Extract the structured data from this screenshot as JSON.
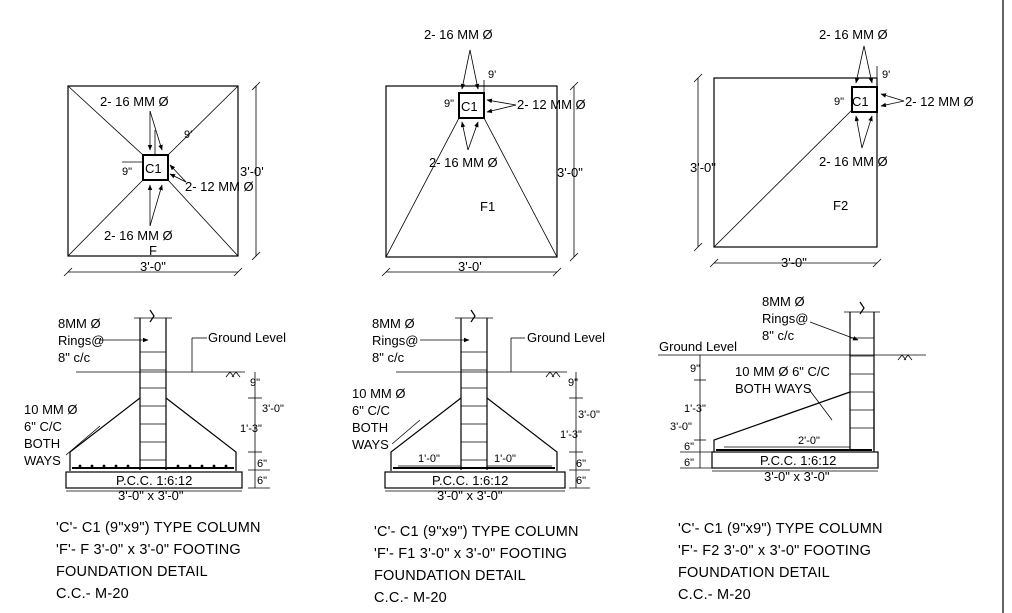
{
  "plans": [
    {
      "name": "F",
      "col": "C1",
      "top_bars": "2- 16 MM Ø",
      "side_bars": "2- 12 MM Ø",
      "bottom_bars": "2- 16 MM Ø",
      "col_dim_w": "9\"",
      "col_dim_h": "9'",
      "side_dim": "3'-0'",
      "base_dim": "3'-0\""
    },
    {
      "name": "F1",
      "col": "C1",
      "top_bars": "2- 16 MM Ø",
      "side_bars": "2- 12 MM Ø",
      "bottom_bars": "2- 16 MM Ø",
      "col_dim_w": "9\"",
      "col_dim_h": "9'",
      "side_dim": "3'-0\"",
      "base_dim": "3'-0'"
    },
    {
      "name": "F2",
      "col": "C1",
      "top_bars": "2- 16 MM Ø",
      "side_bars": "2- 12 MM Ø",
      "bottom_bars": "2- 16 MM Ø",
      "col_dim_w": "9\"",
      "col_dim_h": "9'",
      "side_dim": "3'-0\"",
      "base_dim": "3'-0\""
    }
  ],
  "sections": [
    {
      "rings": [
        "8MM Ø",
        "Rings@",
        "8\" c/c"
      ],
      "ground": "Ground Level",
      "mesh": [
        "10 MM Ø",
        "6\" C/C",
        "BOTH",
        "WAYS"
      ],
      "dims": [
        "9\"",
        "3'-0\"",
        "1'-3\"",
        "6\"",
        "6\""
      ],
      "offsets": [],
      "pcc": "P.C.C. 1:6:12",
      "base": "3'-0\" x 3'-0\""
    },
    {
      "rings": [
        "8MM Ø",
        "Rings@",
        "8\" c/c"
      ],
      "ground": "Ground Level",
      "mesh": [
        "10 MM Ø",
        "6\" C/C",
        "BOTH",
        "WAYS"
      ],
      "dims": [
        "9\"",
        "3'-0\"",
        "1'-3\"",
        "6\"",
        "6\""
      ],
      "offsets": [
        "1'-0\"",
        "1'-0\""
      ],
      "pcc": "P.C.C. 1:6:12",
      "base": "3'-0\" x 3'-0\""
    },
    {
      "rings": [
        "8MM Ø",
        "Rings@",
        "8\" c/c"
      ],
      "ground": "Ground Level",
      "mesh": [
        "10 MM Ø 6\" C/C",
        "BOTH WAYS"
      ],
      "dims": [
        "9\"",
        "1'-3\"",
        "3'-0\"",
        "6\"",
        "6\""
      ],
      "offsets": [
        "2'-0\""
      ],
      "pcc": "P.C.C. 1:6:12",
      "base": "3'-0\" x 3'-0\""
    }
  ],
  "captions": [
    [
      "'C'- C1 (9\"x9\") TYPE COLUMN",
      "'F'- F  3'-0\" x 3'-0\" FOOTING",
      "FOUNDATION DETAIL",
      "C.C.- M-20"
    ],
    [
      "'C'- C1  (9\"x9\") TYPE COLUMN",
      "'F'- F1  3'-0\" x 3'-0\" FOOTING",
      "FOUNDATION DETAIL",
      "C.C.- M-20"
    ],
    [
      "'C'- C1   (9\"x9\") TYPE COLUMN",
      "'F'- F2  3'-0\" x 3'-0\" FOOTING",
      "FOUNDATION DETAIL",
      "C.C.- M-20"
    ]
  ]
}
